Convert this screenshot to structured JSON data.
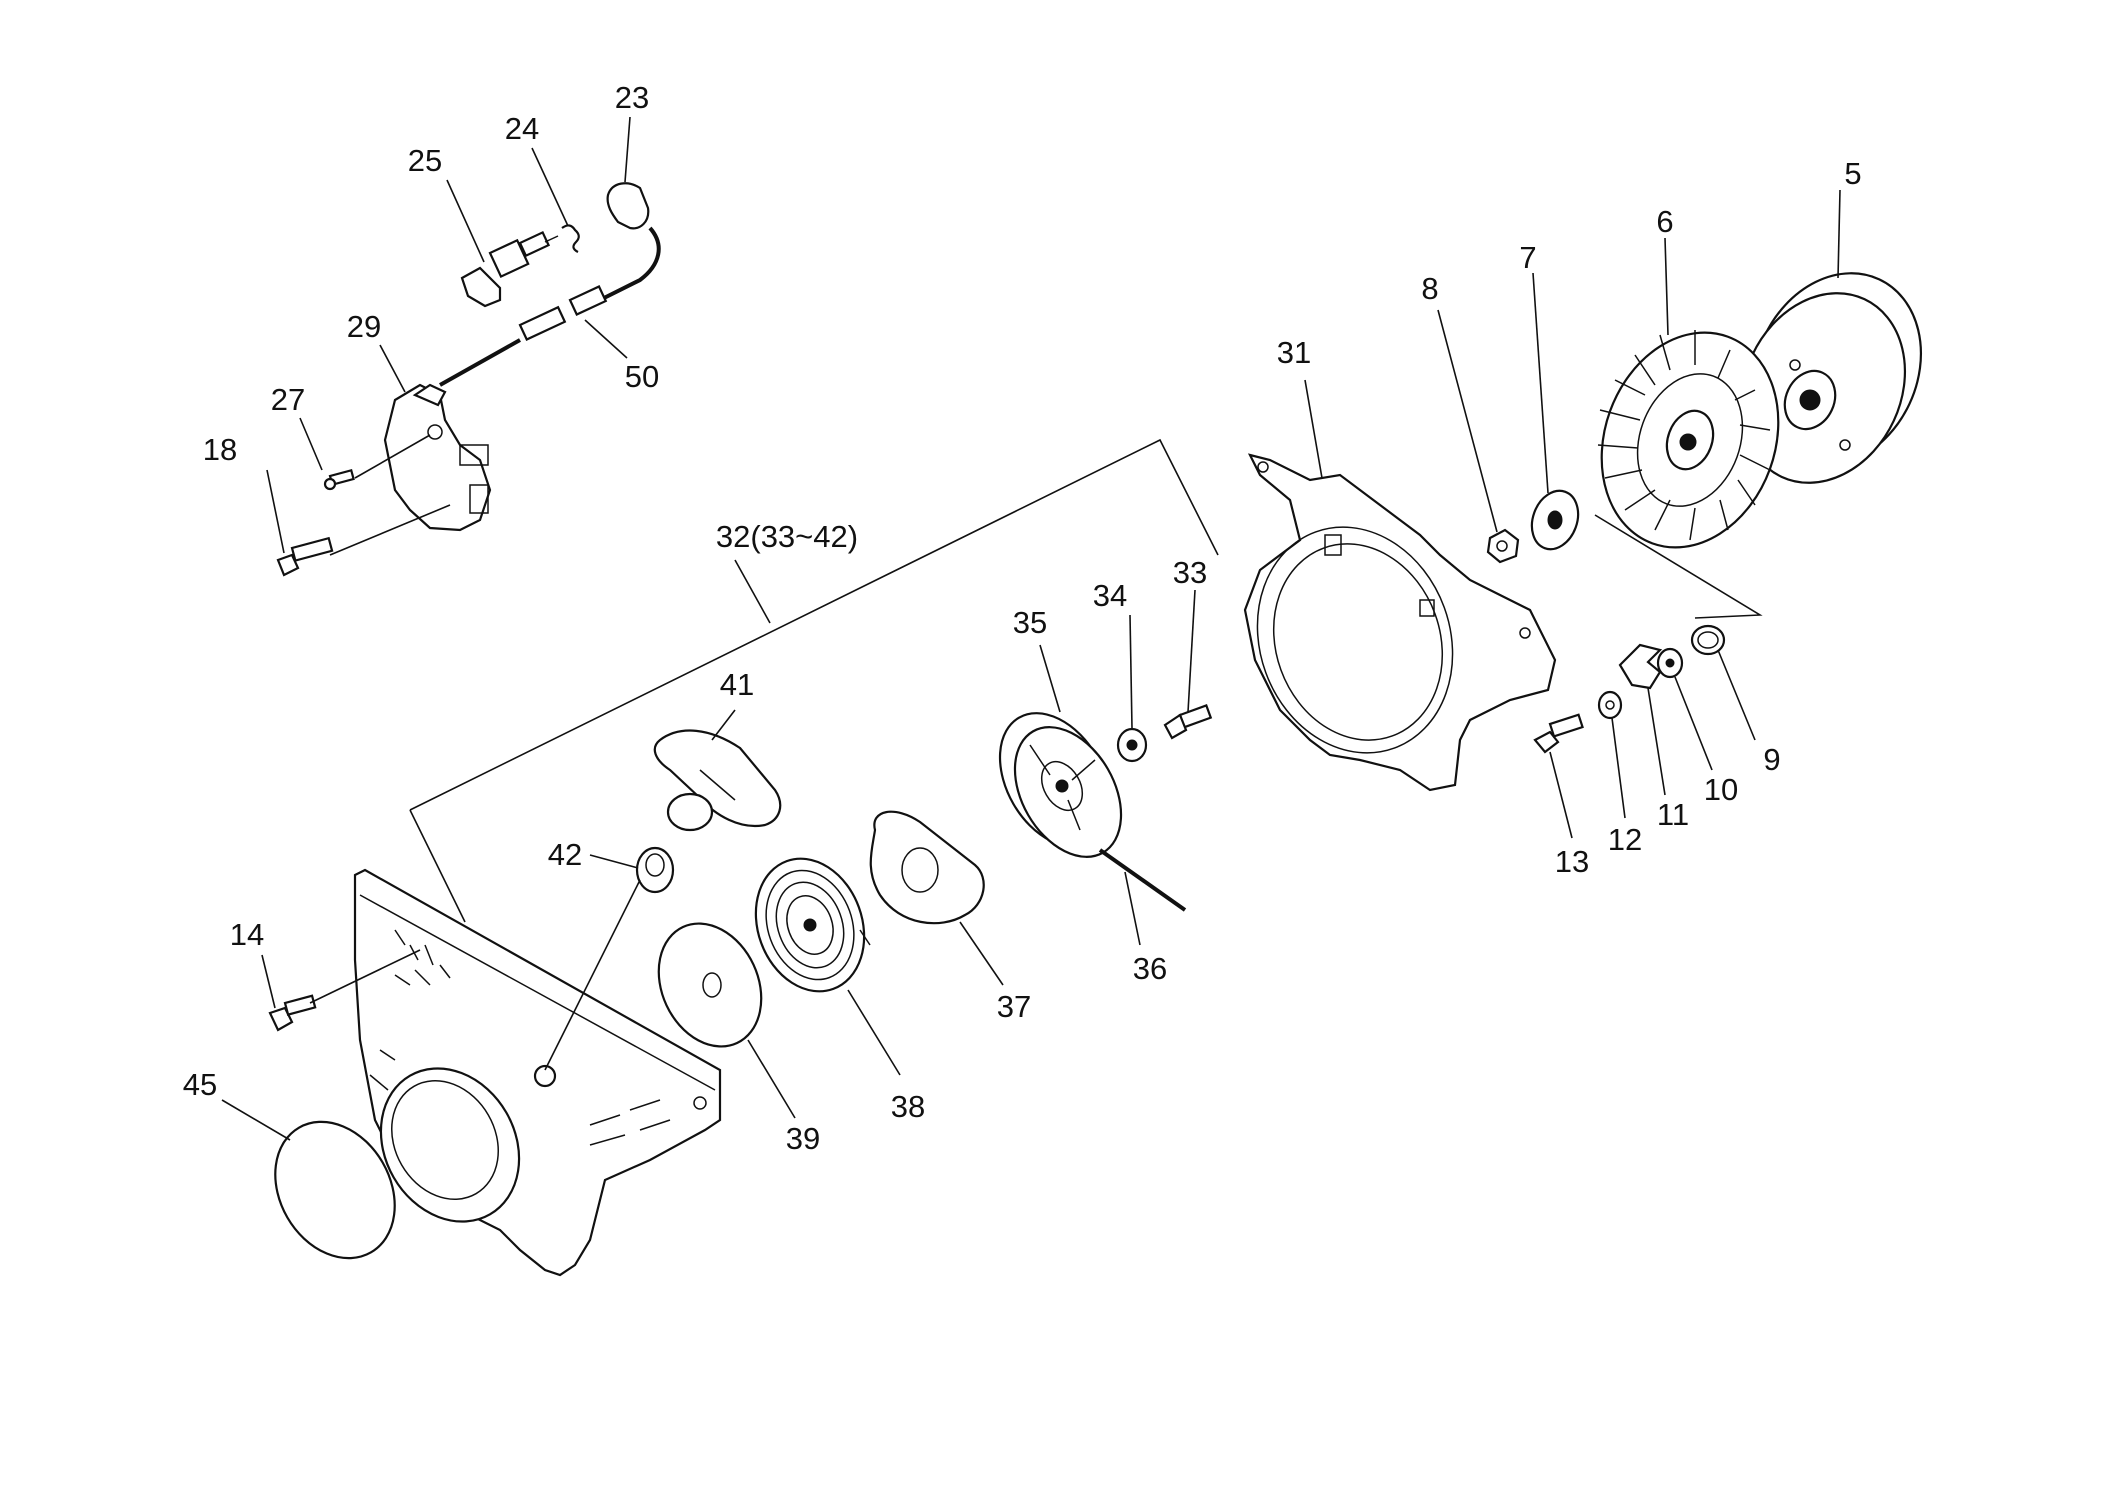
{
  "callouts": [
    {
      "id": "5",
      "text": "5"
    },
    {
      "id": "6",
      "text": "6"
    },
    {
      "id": "7",
      "text": "7"
    },
    {
      "id": "8",
      "text": "8"
    },
    {
      "id": "9",
      "text": "9"
    },
    {
      "id": "10",
      "text": "10"
    },
    {
      "id": "11",
      "text": "11"
    },
    {
      "id": "12",
      "text": "12"
    },
    {
      "id": "13",
      "text": "13"
    },
    {
      "id": "14",
      "text": "14"
    },
    {
      "id": "18",
      "text": "18"
    },
    {
      "id": "23",
      "text": "23"
    },
    {
      "id": "24",
      "text": "24"
    },
    {
      "id": "25",
      "text": "25"
    },
    {
      "id": "27",
      "text": "27"
    },
    {
      "id": "29",
      "text": "29"
    },
    {
      "id": "31",
      "text": "31"
    },
    {
      "id": "32",
      "text": "32(33~42)"
    },
    {
      "id": "33",
      "text": "33"
    },
    {
      "id": "34",
      "text": "34"
    },
    {
      "id": "35",
      "text": "35"
    },
    {
      "id": "36",
      "text": "36"
    },
    {
      "id": "37",
      "text": "37"
    },
    {
      "id": "38",
      "text": "38"
    },
    {
      "id": "39",
      "text": "39"
    },
    {
      "id": "41",
      "text": "41"
    },
    {
      "id": "42",
      "text": "42"
    },
    {
      "id": "45",
      "text": "45"
    },
    {
      "id": "50",
      "text": "50"
    }
  ]
}
